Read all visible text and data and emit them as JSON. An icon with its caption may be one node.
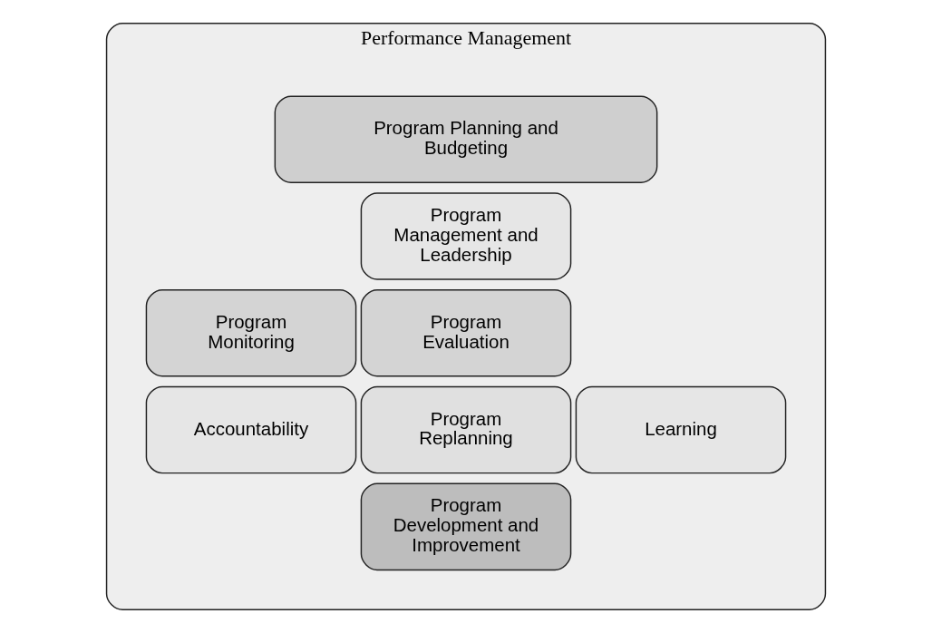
{
  "diagram": {
    "nodes": [
      {
        "text": [
          "Performance Management"
        ]
      },
      {
        "text": [
          "Program Planning and Budgeting"
        ],
        "in": 0
      },
      {
        "text": [
          "Program Management and Leadership"
        ],
        "in": 0
      },
      {
        "text": [
          "Program Monitoring"
        ],
        "in": 0
      },
      {
        "text": [
          "Program Evaluation"
        ],
        "in": 0
      },
      {
        "text": [
          "Accountability"
        ],
        "in": 0
      },
      {
        "text": [
          "Program Replanning"
        ],
        "in": 0
      },
      {
        "text": [
          "Learning"
        ],
        "in": 0
      },
      {
        "text": [
          "Program Development and Improvement"
        ],
        "in": 0
      }
    ]
  }
}
